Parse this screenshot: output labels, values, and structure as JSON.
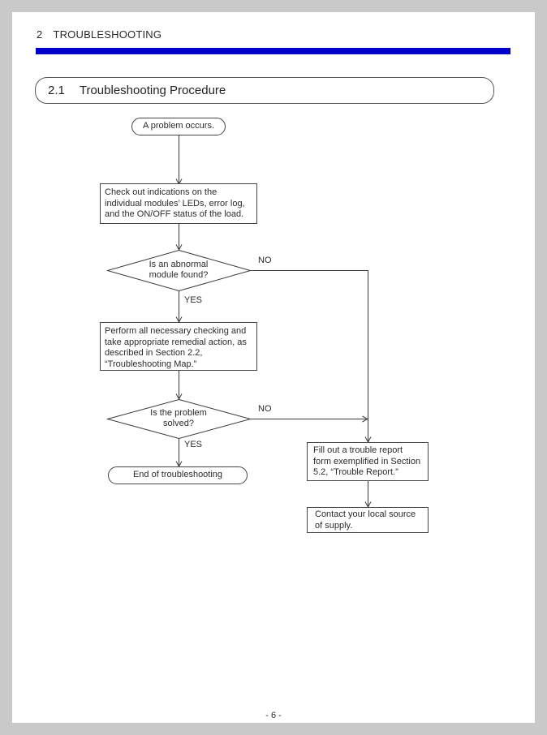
{
  "header": {
    "chapter_number": "2",
    "chapter_title": "TROUBLESHOOTING",
    "section_number": "2.1",
    "section_title": "Troubleshooting Procedure"
  },
  "colors": {
    "accent_bar": "#0000cc",
    "flowchart_line": "#3a3a3a",
    "surround_background": "#c9c9c9",
    "page_background": "#ffffff"
  },
  "flowchart": {
    "start_label": "A problem occurs.",
    "check_text": "Check out indications on the\nindividual modules’ LEDs, error log,\nand the ON/OFF status of the load.",
    "decision_abnormal_text": "Is an abnormal\nmodule found?",
    "perform_text": "Perform all necessary checking and\ntake appropriate remedial action, as\ndescribed in Section 2.2,\n“Troubleshooting Map.”",
    "decision_solved_text": "Is the problem\nsolved?",
    "end_label": "End of troubleshooting",
    "fill_report_text": "Fill out a trouble report\nform exemplified in Section\n5.2, “Trouble Report.”",
    "contact_text": "Contact your local source\nof supply.",
    "label_yes": "YES",
    "label_no": "NO"
  },
  "footer": {
    "page_number": "- 6 -"
  }
}
